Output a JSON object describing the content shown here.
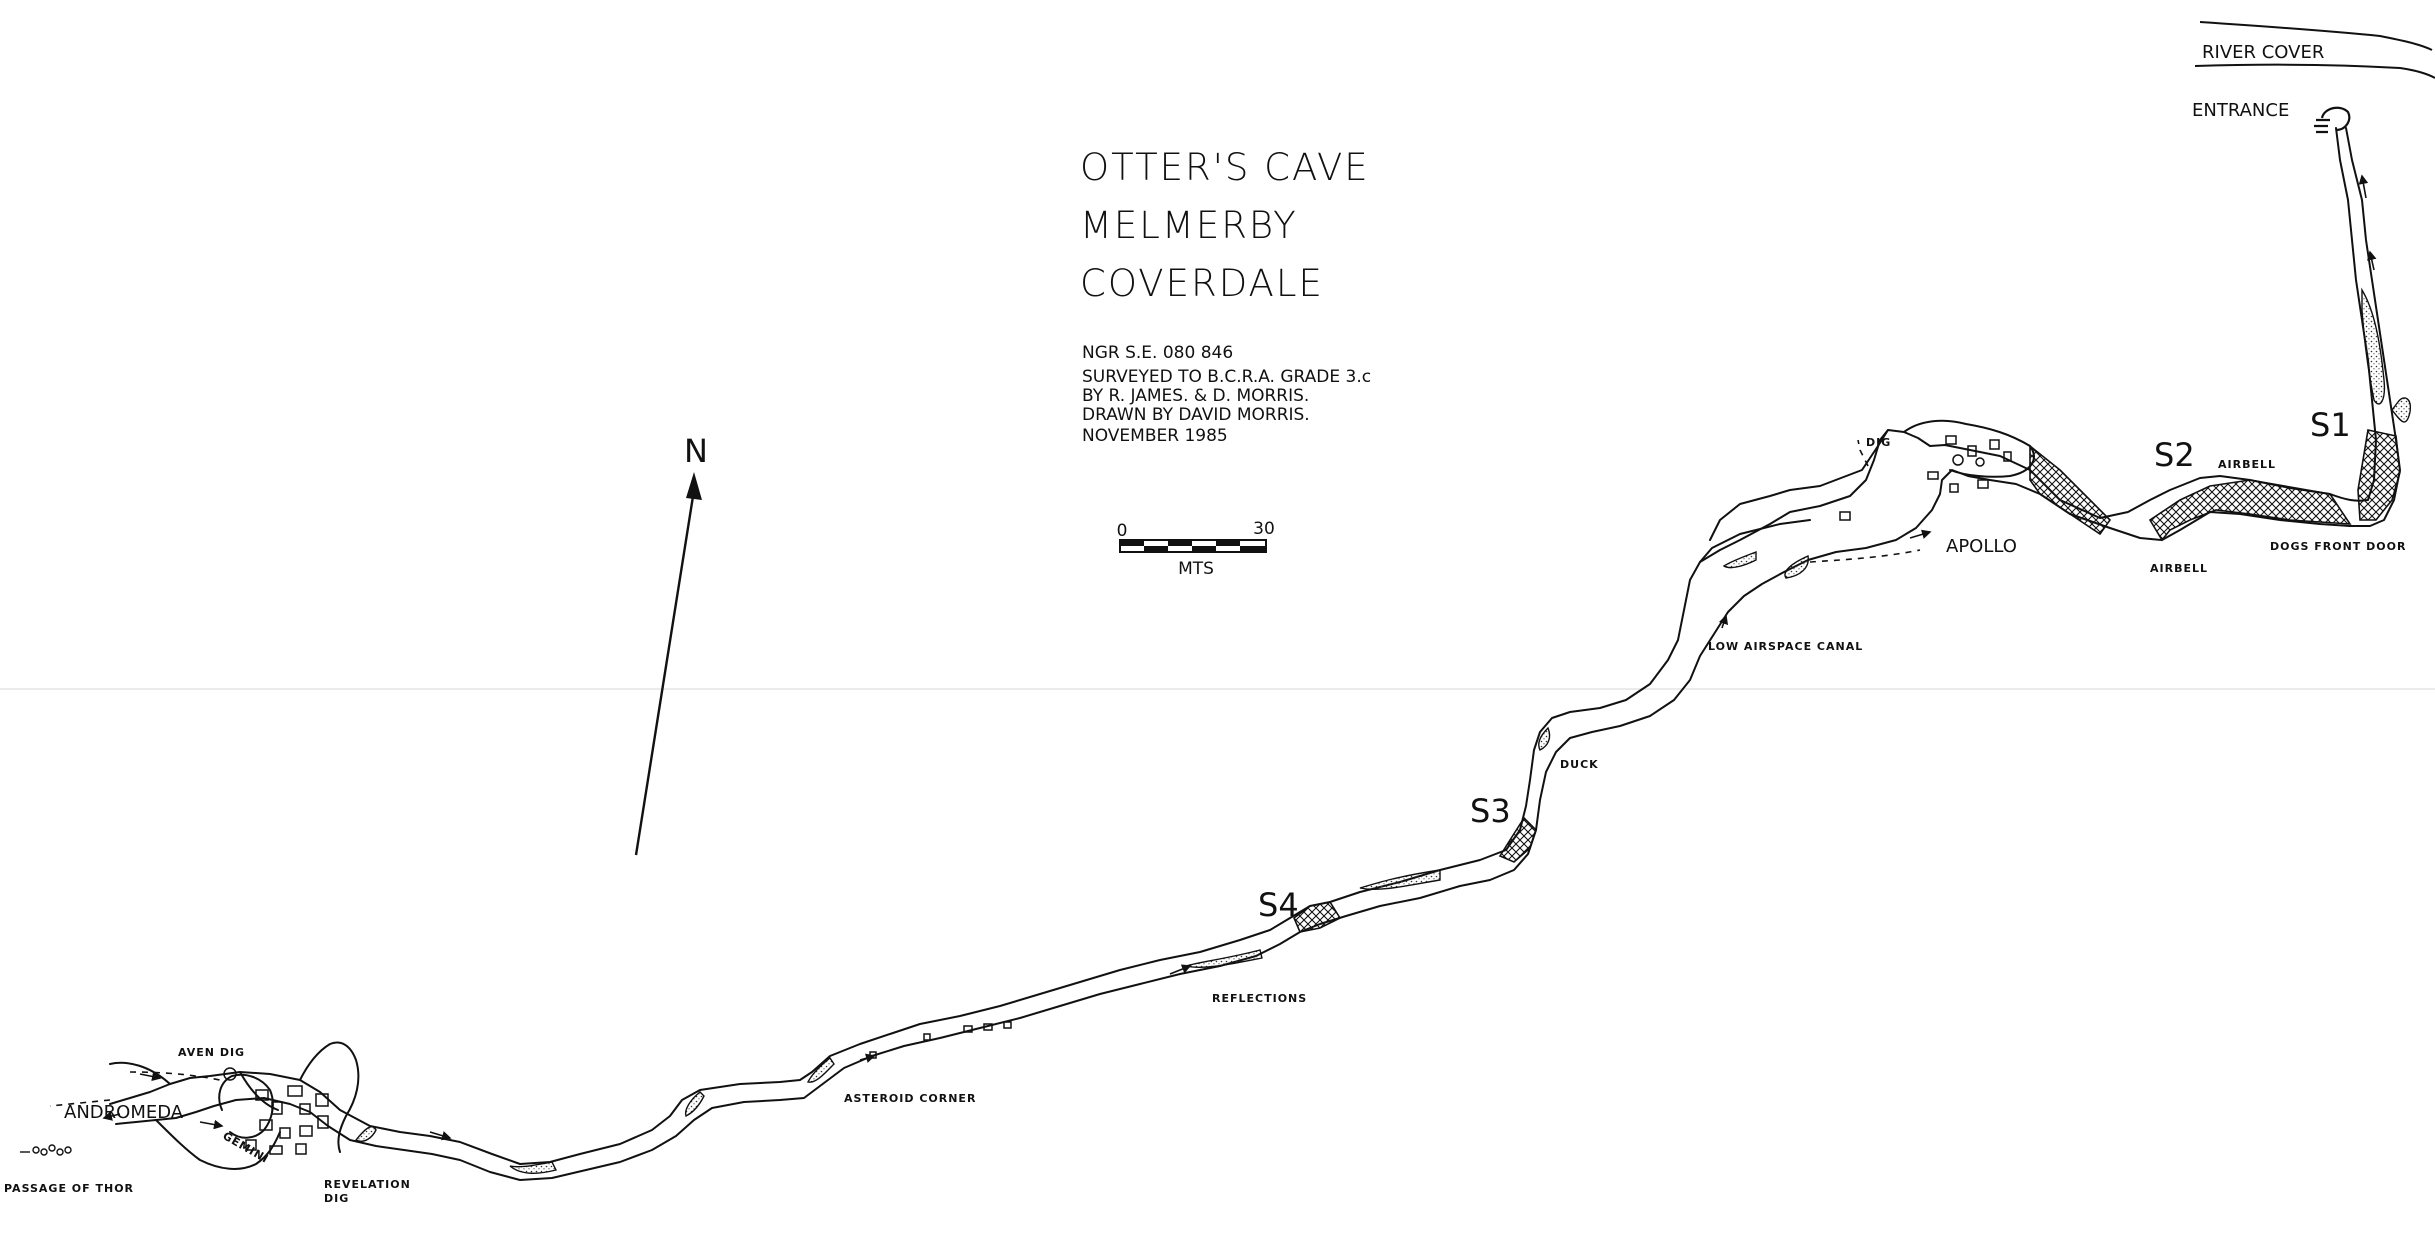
{
  "title": {
    "line1": "OTTER'S  CAVE",
    "line2": "MELMERBY",
    "line3": "COVERDALE"
  },
  "info": {
    "ngr": "NGR  S.E. 080 846",
    "survey": "SURVEYED TO  B.C.R.A.  GRADE 3.c",
    "by": "BY  R. JAMES. &  D. MORRIS.",
    "drawn": "DRAWN  BY  DAVID MORRIS.",
    "date": "NOVEMBER 1985"
  },
  "scale": {
    "min": "0",
    "max": "30",
    "unit": "MTS"
  },
  "north": {
    "label": "N"
  },
  "labels": {
    "river_cover": "RIVER  COVER",
    "entrance": "ENTRANCE",
    "s1": "S1",
    "s2": "S2",
    "s3": "S3",
    "s4": "S4",
    "airbell_top": "AIRBELL",
    "airbell_bottom": "AIRBELL",
    "dogs_front_door": "DOGS FRONT DOOR",
    "apollo": "APOLLO",
    "dig": "DIG",
    "low_airspace_canal": "LOW AIRSPACE CANAL",
    "duck": "DUCK",
    "reflections": "REFLECTIONS",
    "asteroid_corner": "ASTEROID  CORNER",
    "aven_dig": "AVEN  DIG",
    "andromeda": "ANDROMEDA",
    "gemini": "GEMINI",
    "revelation": "REVELATION",
    "revelation_dig": "DIG",
    "passage_of_thor": "PASSAGE  OF  THOR"
  }
}
